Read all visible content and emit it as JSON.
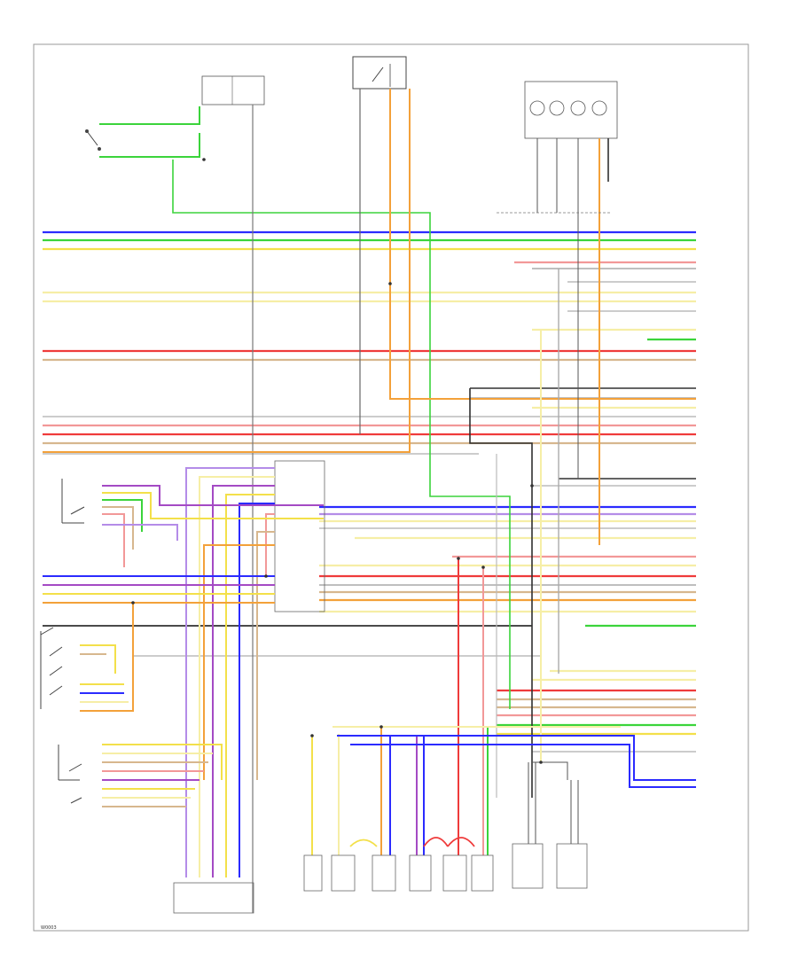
{
  "diagram": {
    "footer_code": "W0003",
    "colors": {
      "blue": "#2b2bff",
      "green": "#3bd43b",
      "yellow": "#f3e04a",
      "pale_yellow": "#f6eea6",
      "red": "#ef3b3b",
      "pink": "#f29898",
      "orange": "#f3a13a",
      "purple": "#a44ac4",
      "violet": "#b48ce8",
      "gray": "#8c8c8c",
      "dark": "#303030",
      "tan": "#d7b78e",
      "light_gray": "#c8c8c8"
    },
    "components": [
      "switch-top-left",
      "relay-box-top",
      "switch-box-top-center",
      "connector-block-top-right",
      "control-unit-center",
      "switch-left-upper",
      "switch-left-middle",
      "switch-left-lower",
      "sensor-1",
      "sensor-2",
      "sensor-3",
      "sensor-4",
      "sensor-5",
      "sensor-6",
      "sensor-7",
      "sensor-8",
      "bottom-left-module"
    ]
  }
}
